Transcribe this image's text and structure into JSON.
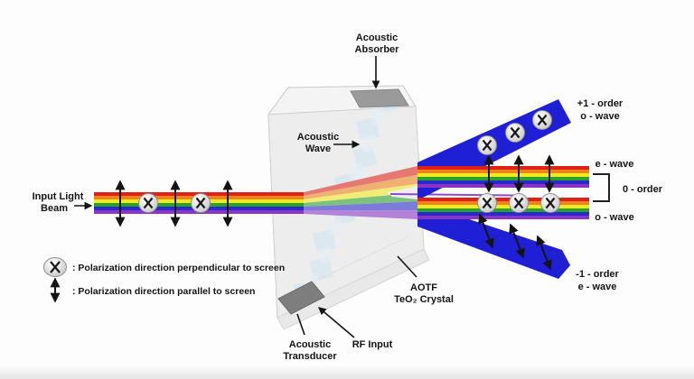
{
  "labels": {
    "input1": "Input Light",
    "input2": "Beam",
    "absorber1": "Acoustic",
    "absorber2": "Absorber",
    "wave1": "Acoustic",
    "wave2": "Wave",
    "transducer1": "Acoustic",
    "transducer2": "Transducer",
    "rf": "RF Input",
    "crystal1": "AOTF",
    "crystal2": "TeO₂ Crystal",
    "plus1a": "+1 - order",
    "plus1b": "o - wave",
    "ewave": "e - wave",
    "zero": "0 - order",
    "owave": "o - wave",
    "minus1a": "-1 - order",
    "minus1b": "e - wave",
    "legend_perp": ": Polarization direction perpendicular to screen",
    "legend_par": ": Polarization direction parallel to screen"
  },
  "colors": {
    "spectrum": [
      "#e02118",
      "#f0841c",
      "#f2ea20",
      "#2aa12a",
      "#2929cf",
      "#8a35c4"
    ],
    "diffracted_beam": "#1f1fd6",
    "acoustic_wave": "#c9e2f4",
    "acoustic_wave_light": "#dff0fb",
    "crystal_front": "#ececec",
    "crystal_top": "#f4f4f4",
    "crystal_side": "#d3d3d3",
    "absorber": "#9a9a9a",
    "transducer": "#7e7e7e",
    "violet_line": "#7a2fbf"
  }
}
